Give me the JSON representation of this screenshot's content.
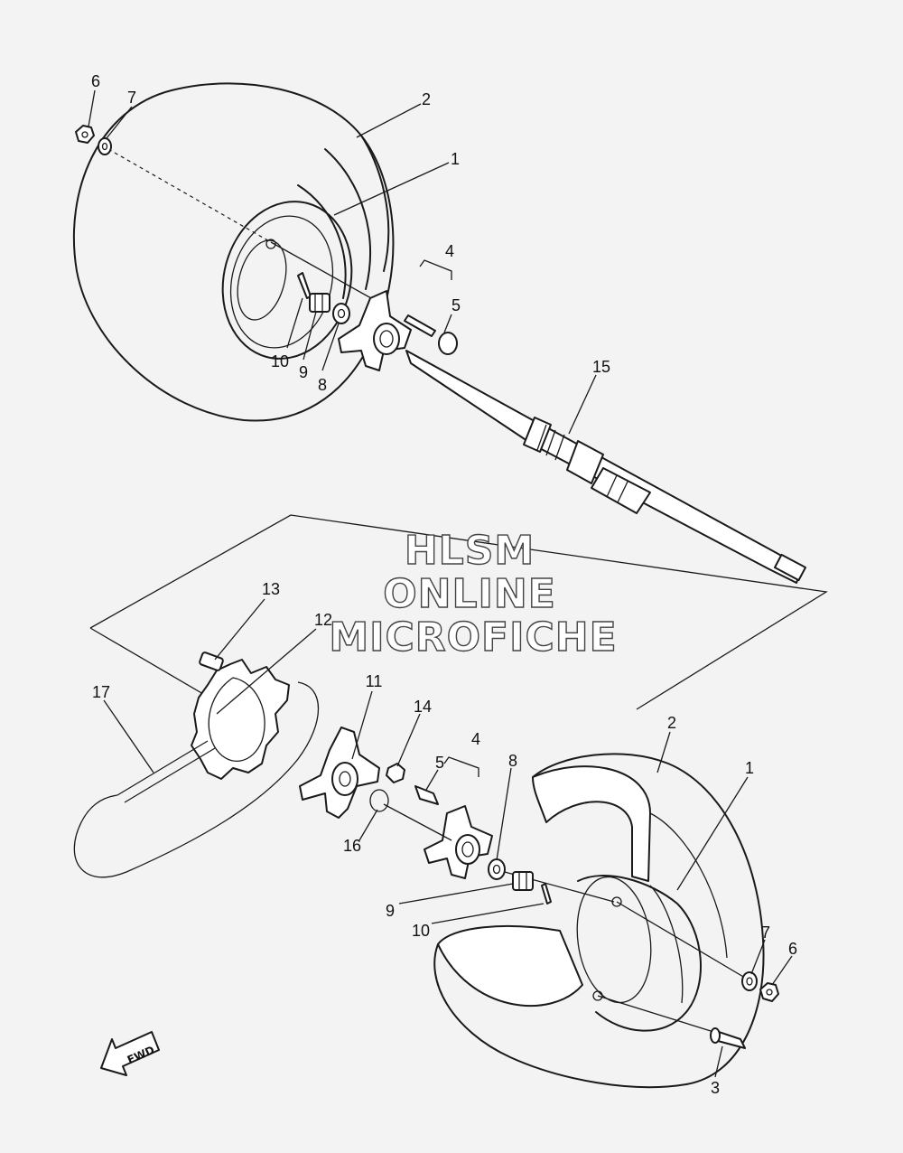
{
  "watermark": {
    "line1": "HLSM",
    "line2": "ONLINE",
    "line3": "MICROFICHE"
  },
  "direction_label": "FWD",
  "callouts": {
    "top": {
      "n1": "1",
      "n2": "2",
      "n4": "4",
      "n5": "5",
      "n6": "6",
      "n7": "7",
      "n8": "8",
      "n9": "9",
      "n10": "10",
      "n15": "15"
    },
    "bottom": {
      "n1": "1",
      "n2": "2",
      "n3": "3",
      "n4": "4",
      "n5": "5",
      "n6": "6",
      "n7": "7",
      "n8": "8",
      "n9": "9",
      "n10": "10",
      "n11": "11",
      "n12": "12",
      "n13": "13",
      "n14": "14",
      "n16": "16",
      "n17": "17"
    }
  }
}
